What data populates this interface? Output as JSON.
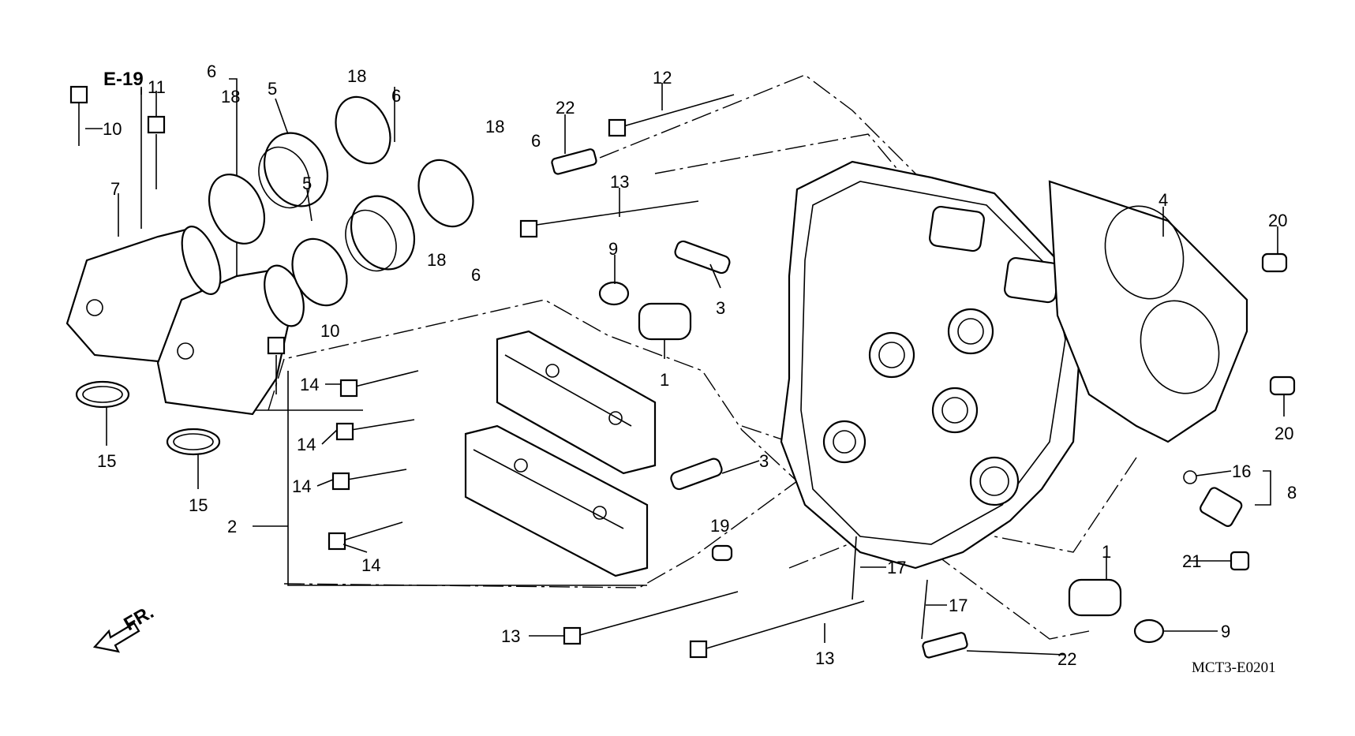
{
  "diagram": {
    "reference": "E-19",
    "direction": "FR.",
    "code": "MCT3-E0201",
    "callouts": [
      "1",
      "1",
      "2",
      "3",
      "3",
      "4",
      "5",
      "5",
      "6",
      "6",
      "6",
      "6",
      "7",
      "8",
      "9",
      "9",
      "10",
      "10",
      "11",
      "12",
      "13",
      "13",
      "13",
      "14",
      "14",
      "14",
      "14",
      "15",
      "15",
      "16",
      "17",
      "17",
      "18",
      "18",
      "18",
      "18",
      "19",
      "20",
      "20",
      "21",
      "22",
      "22"
    ]
  }
}
